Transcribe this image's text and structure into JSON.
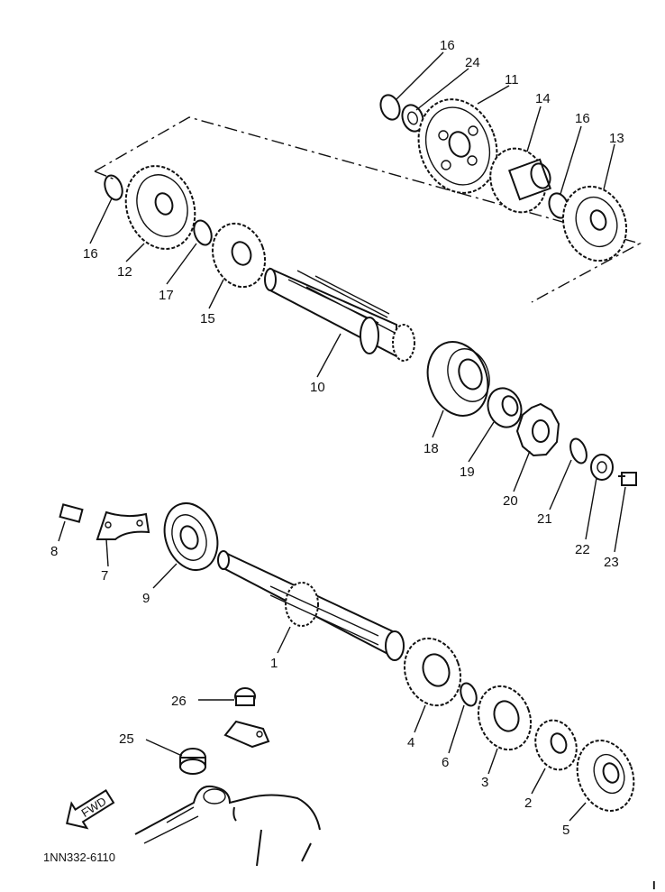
{
  "diagram": {
    "part_numbers": [
      "1",
      "2",
      "3",
      "4",
      "5",
      "6",
      "7",
      "8",
      "9",
      "10",
      "11",
      "12",
      "13",
      "14",
      "15",
      "16",
      "16",
      "16",
      "17",
      "18",
      "19",
      "20",
      "21",
      "22",
      "23",
      "24",
      "25",
      "26"
    ],
    "drawing_code": "1NN332-6110",
    "fwd_label": "FWD",
    "corner_mark": "I"
  }
}
